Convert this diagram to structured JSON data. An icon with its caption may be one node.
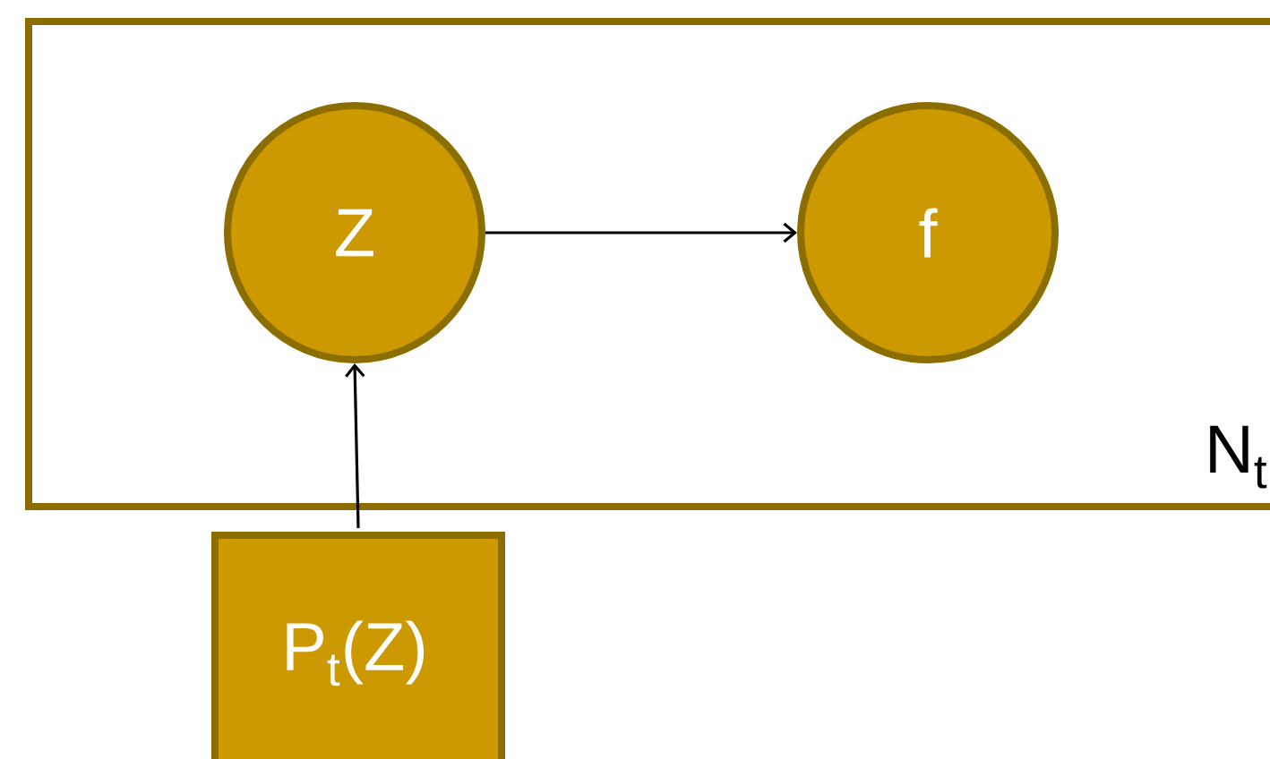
{
  "diagram": {
    "nodes": [
      {
        "text": [
          "N$_{t}$"
        ]
      },
      {
        "text": [
          "Z"
        ],
        "in": 0
      },
      {
        "text": [
          "f"
        ],
        "in": 0
      },
      {
        "text": [
          "P$_{t}$(Z)"
        ]
      }
    ],
    "edges": [
      {
        "from": 1,
        "to": 2,
        "arrow": "to"
      },
      {
        "from": 3,
        "to": 1,
        "arrow": "to"
      }
    ]
  }
}
